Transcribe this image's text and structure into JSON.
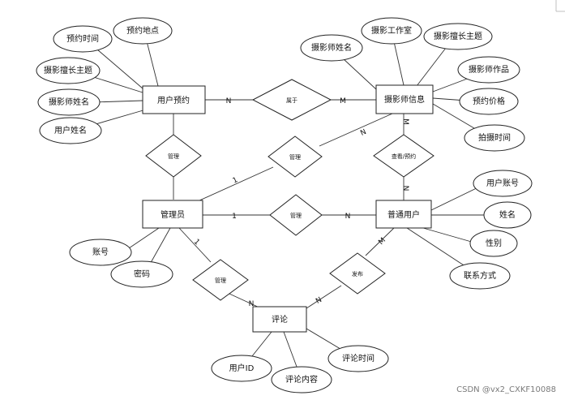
{
  "diagram": {
    "entities": {
      "booking": "用户预约",
      "photographer": "摄影师信息",
      "admin": "管理员",
      "user": "普通用户",
      "comment": "评论"
    },
    "relationships": {
      "belongs": "属于",
      "manage_booking": "管理",
      "manage_photographer": "管理",
      "browse_book": "查看/预约",
      "manage_user": "管理",
      "manage_comment": "管理",
      "publish": "发布"
    },
    "attributes": {
      "booking_time": "预约时间",
      "booking_location": "预约地点",
      "booking_theme": "摄影擅长主题",
      "booking_photographer_name": "摄影师姓名",
      "booking_user_name": "用户姓名",
      "ph_name": "摄影师姓名",
      "ph_studio": "摄影工作室",
      "ph_theme": "摄影擅长主题",
      "ph_works": "摄影师作品",
      "ph_price": "预约价格",
      "ph_shoot_time": "拍摄时间",
      "user_account": "用户账号",
      "user_name": "姓名",
      "user_gender": "性别",
      "user_contact": "联系方式",
      "admin_account": "账号",
      "admin_password": "密码",
      "comment_user_id": "用户ID",
      "comment_content": "评论内容",
      "comment_time": "评论时间"
    },
    "cardinalities": {
      "booking_belongs": "N",
      "photographer_belongs": "M",
      "admin_manage_ph": "1",
      "photographer_manage": "N",
      "photographer_browse": "M",
      "user_browse": "N",
      "admin_manage_user": "1",
      "user_manage": "N",
      "admin_manage_comment": "1",
      "comment_manage": "N",
      "user_publish": "M",
      "comment_publish": "N"
    },
    "watermark": "CSDN @vx2_CXKF10088"
  }
}
